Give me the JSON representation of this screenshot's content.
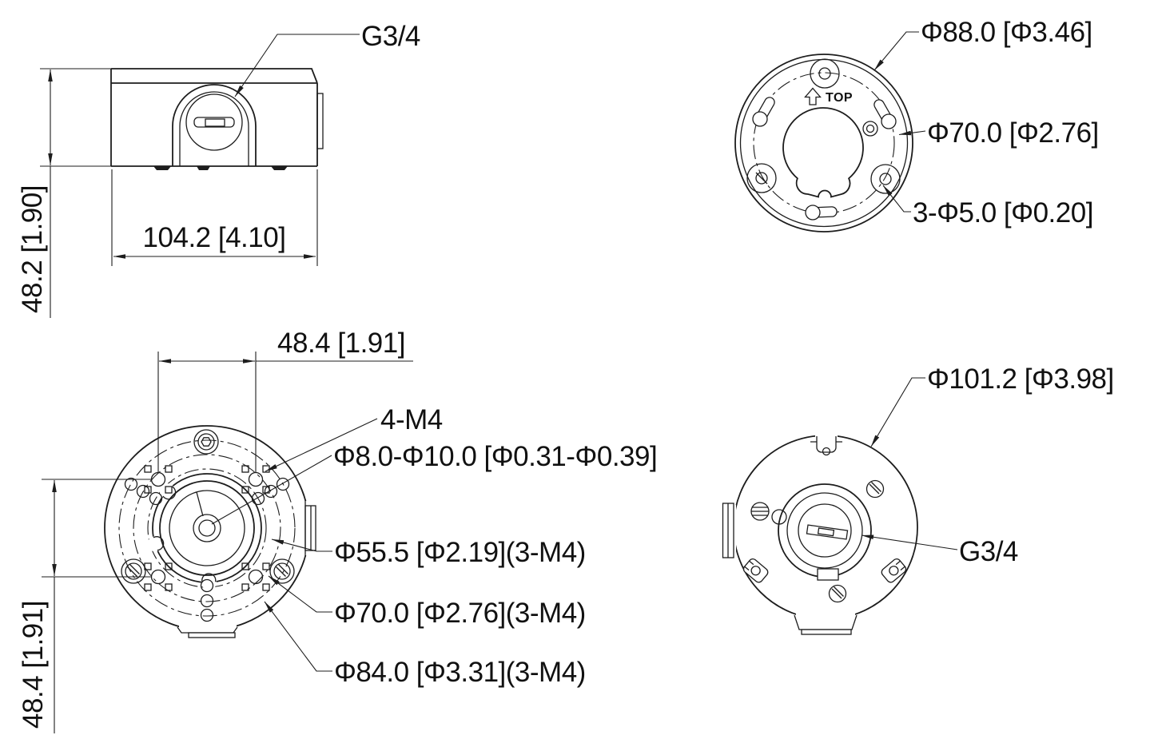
{
  "drawing": {
    "line_color": "#1d1d1d",
    "background_color": "#ffffff",
    "views": {
      "side": {
        "port_label": "G3/4",
        "width_dim": "104.2 [4.10]",
        "height_dim": "48.2 [1.90]"
      },
      "mount_face": {
        "outer_dia": "Φ88.0 [Φ3.46]",
        "bolt_circle_dia": "Φ70.0 [Φ2.76]",
        "screw_holes": "3-Φ5.0 [Φ0.20]",
        "orientation_label": "TOP"
      },
      "camera_face": {
        "hole_spacing_h": "48.4 [1.91]",
        "hole_spacing_v": "48.4 [1.91]",
        "thread_holes": "4-M4",
        "cable_hole_dia": "Φ8.0-Φ10.0 [Φ0.31-Φ0.39]",
        "circle_1": "Φ55.5 [Φ2.19](3-M4)",
        "circle_2": "Φ70.0 [Φ2.76](3-M4)",
        "circle_3": "Φ84.0 [Φ3.31](3-M4)"
      },
      "back": {
        "outer_dia": "Φ101.2 [Φ3.98]",
        "port_label": "G3/4"
      }
    }
  }
}
